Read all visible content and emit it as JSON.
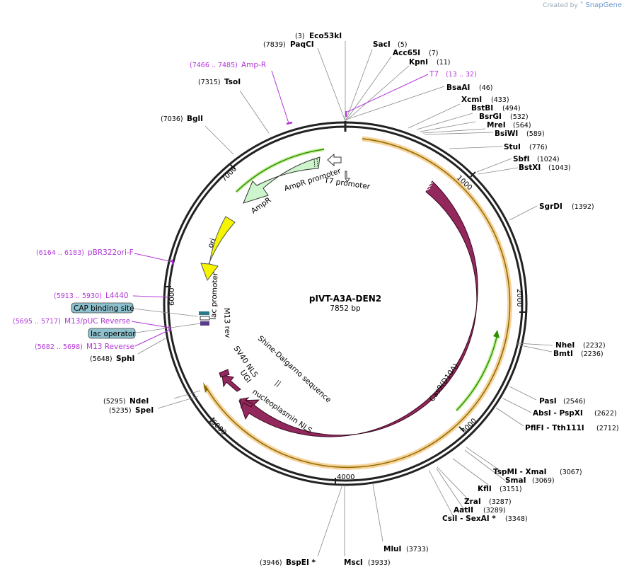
{
  "credit": {
    "prefix": "Created by",
    "brand": "SnapGene"
  },
  "plasmid": {
    "name": "pIVT-A3A-DEN2",
    "size_label": "7852 bp",
    "length": 7852
  },
  "ticks": [
    "1000",
    "2000",
    "3000",
    "4000",
    "5000",
    "6000",
    "7000"
  ],
  "enzymes": [
    {
      "name": "Eco53kI",
      "pos": "(3)"
    },
    {
      "name": "PaqCI",
      "pos": "(7839)"
    },
    {
      "name": "SacI",
      "pos": "(5)"
    },
    {
      "name": "Acc65I",
      "pos": "(7)"
    },
    {
      "name": "KpnI",
      "pos": "(11)"
    },
    {
      "name": "BsaAI",
      "pos": "(46)"
    },
    {
      "name": "XcmI",
      "pos": "(433)"
    },
    {
      "name": "BstBI",
      "pos": "(494)"
    },
    {
      "name": "BsrGI",
      "pos": "(532)"
    },
    {
      "name": "MreI",
      "pos": "(564)"
    },
    {
      "name": "BsiWI",
      "pos": "(589)"
    },
    {
      "name": "StuI",
      "pos": "(776)"
    },
    {
      "name": "SbfI",
      "pos": "(1024)"
    },
    {
      "name": "BstXI",
      "pos": "(1043)"
    },
    {
      "name": "SgrDI",
      "pos": "(1392)"
    },
    {
      "name": "NheI",
      "pos": "(2232)"
    },
    {
      "name": "BmtI",
      "pos": "(2236)"
    },
    {
      "name": "PasI",
      "pos": "(2546)"
    },
    {
      "name": "AbsI - PspXI",
      "pos": "(2622)"
    },
    {
      "name": "PflFI - Tth111I",
      "pos": "(2712)"
    },
    {
      "name": "TspMI - XmaI",
      "pos": "(3067)"
    },
    {
      "name": "SmaI",
      "pos": "(3069)"
    },
    {
      "name": "KflI",
      "pos": "(3151)"
    },
    {
      "name": "ZraI",
      "pos": "(3287)"
    },
    {
      "name": "AatII",
      "pos": "(3289)"
    },
    {
      "name": "CsiI - SexAI *",
      "pos": "(3348)"
    },
    {
      "name": "MluI",
      "pos": "(3733)"
    },
    {
      "name": "MscI",
      "pos": "(3933)"
    },
    {
      "name": "BspEI *",
      "pos": "(3946)"
    },
    {
      "name": "SpeI",
      "pos": "(5235)"
    },
    {
      "name": "NdeI",
      "pos": "(5295)"
    },
    {
      "name": "SphI",
      "pos": "(5648)"
    },
    {
      "name": "BglI",
      "pos": "(7036)"
    },
    {
      "name": "TsoI",
      "pos": "(7315)"
    }
  ],
  "primers": [
    {
      "name": "Amp-R",
      "pos": "(7466 .. 7485)"
    },
    {
      "name": "T7",
      "pos": "(13 .. 32)"
    },
    {
      "name": "pBR322ori-F",
      "pos": "(6164 .. 6183)"
    },
    {
      "name": "L4440",
      "pos": "(5913 .. 5930)"
    },
    {
      "name": "M13/pUC Reverse",
      "pos": "(5695 .. 5717)"
    },
    {
      "name": "M13 Reverse",
      "pos": "(5682 .. 5698)"
    }
  ],
  "boxed_features": [
    "CAP binding site",
    "lac operator"
  ],
  "features": {
    "cas9": "Cas9(D10A)",
    "ampr": "AmpR",
    "ampr_promoter": "AmpR promoter",
    "t7_promoter": "T7 promoter",
    "ori": "ori",
    "lac_promoter": "lac promoter",
    "m13_rev": "M13 rev",
    "shine": "Shine-Dalgarno sequence",
    "sv40": "SV40 NLS",
    "ugi": "UGI",
    "nucleoplasmin": "nucleoplasmin NLS"
  },
  "colors": {
    "cas9": "#93285c",
    "ampr_fill": "#ccf5cc",
    "ori": "#f5f500",
    "orf_glow": "#f5c77e",
    "orf_line": "#8a6a00",
    "green_orf": "#2f8f00",
    "primer": "#b236d6",
    "box_fill": "#8dc0cc",
    "lac_op": "#2a7a8c",
    "backbone": "#222222"
  }
}
